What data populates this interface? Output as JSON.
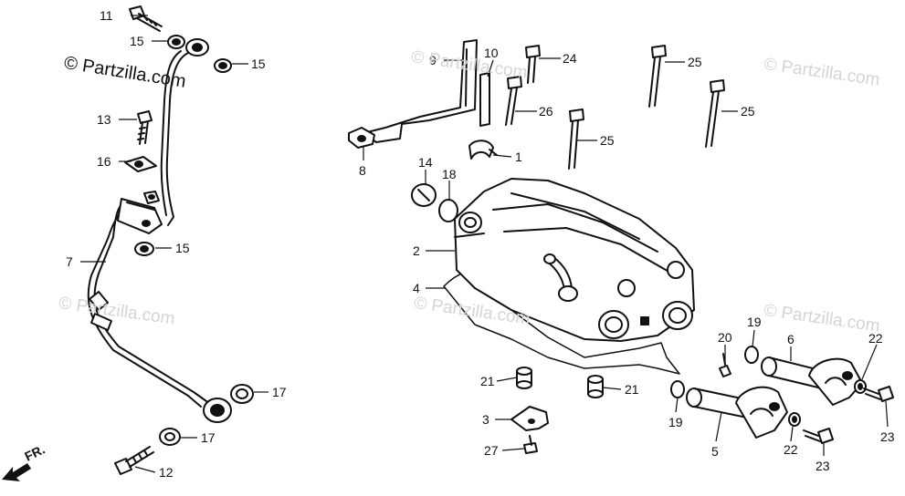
{
  "watermark": {
    "main": "© Partzilla.com",
    "faint": "© Partzilla.com"
  },
  "direction": {
    "label": "FR."
  },
  "callouts": [
    {
      "num": "1",
      "part": "clamp"
    },
    {
      "num": "2",
      "part": "cylinder-head-cover"
    },
    {
      "num": "3",
      "part": "bracket"
    },
    {
      "num": "4",
      "part": "head-cover-gasket"
    },
    {
      "num": "5",
      "part": "rocker-arm-shaft"
    },
    {
      "num": "6",
      "part": "rocker-arm-shaft"
    },
    {
      "num": "7",
      "part": "oil-pipe"
    },
    {
      "num": "8",
      "part": "clip"
    },
    {
      "num": "9",
      "part": "cable-stay"
    },
    {
      "num": "10",
      "part": "rubber-strip"
    },
    {
      "num": "11",
      "part": "banjo-bolt"
    },
    {
      "num": "12",
      "part": "banjo-bolt"
    },
    {
      "num": "13",
      "part": "bolt"
    },
    {
      "num": "14",
      "part": "plug-cap"
    },
    {
      "num": "15",
      "part": "sealing-washer"
    },
    {
      "num": "16",
      "part": "clamp"
    },
    {
      "num": "17",
      "part": "sealing-washer"
    },
    {
      "num": "18",
      "part": "o-ring"
    },
    {
      "num": "19",
      "part": "o-ring"
    },
    {
      "num": "20",
      "part": "bolt"
    },
    {
      "num": "21",
      "part": "dowel-pin"
    },
    {
      "num": "22",
      "part": "washer"
    },
    {
      "num": "23",
      "part": "bolt"
    },
    {
      "num": "24",
      "part": "bolt"
    },
    {
      "num": "25",
      "part": "bolt"
    },
    {
      "num": "26",
      "part": "bolt"
    },
    {
      "num": "27",
      "part": "bolt"
    }
  ]
}
